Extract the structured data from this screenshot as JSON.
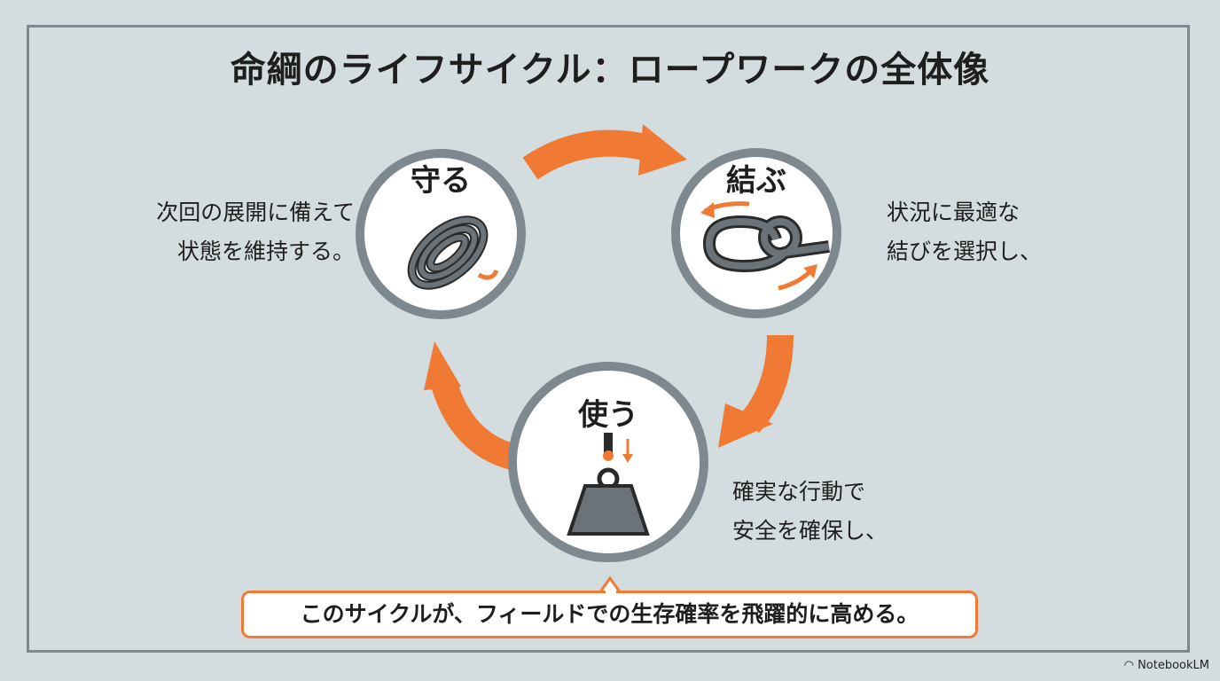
{
  "title": "命綱のライフサイクル：ロープワークの全体像",
  "stages": [
    {
      "name": "守る",
      "description_lines": [
        "次回の展開に備えて",
        "状態を維持する。"
      ],
      "icon": "coiled-rope-icon"
    },
    {
      "name": "結ぶ",
      "description_lines": [
        "状況に最適な",
        "結びを選択し、"
      ],
      "icon": "knot-icon"
    },
    {
      "name": "使う",
      "description_lines": [
        "確実な行動で",
        "安全を確保し、"
      ],
      "icon": "load-weight-icon"
    }
  ],
  "callout": "このサイクルが、フィールドでの生存確率を飛躍的に高める。",
  "branding": "NotebookLM",
  "colors": {
    "accent": "#f07a34",
    "ring": "#7e898f",
    "background": "#d3dcdf",
    "rope": "#6b7378"
  }
}
